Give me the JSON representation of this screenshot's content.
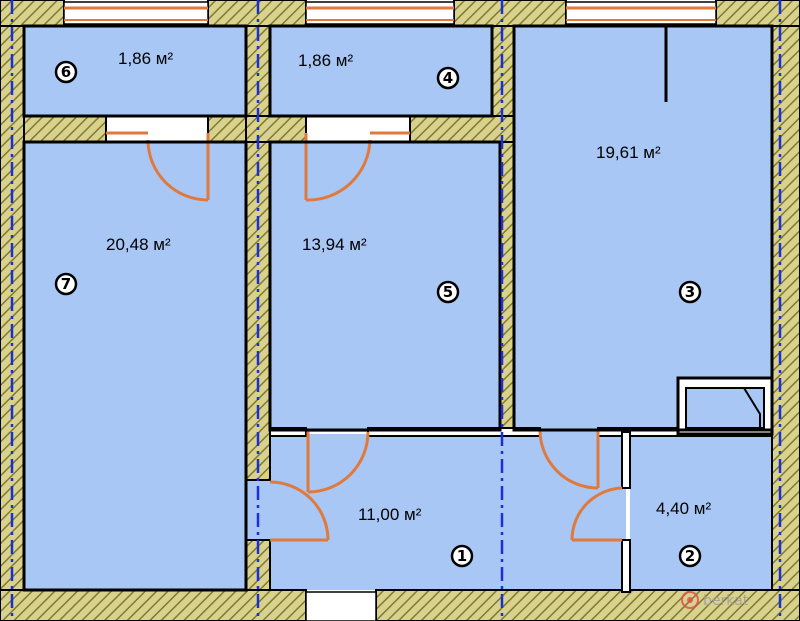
{
  "rooms": [
    {
      "id": "6",
      "area": "1,86 м²"
    },
    {
      "id": "4",
      "area": "1,86 м²"
    },
    {
      "id": "3",
      "area": "19,61 м²"
    },
    {
      "id": "7",
      "area": "20,48 м²"
    },
    {
      "id": "5",
      "area": "13,94 м²"
    },
    {
      "id": "1",
      "area": "11,00 м²"
    },
    {
      "id": "2",
      "area": "4,40 м²"
    }
  ],
  "watermark": "berkat",
  "colors": {
    "room_fill": "#a9c7f5",
    "wall_fill": "#d8d28e",
    "wall_hatch": "#7f7a2e",
    "door": "#e07a3c",
    "axis": "#1a2fd6",
    "window": "#ffffff"
  }
}
